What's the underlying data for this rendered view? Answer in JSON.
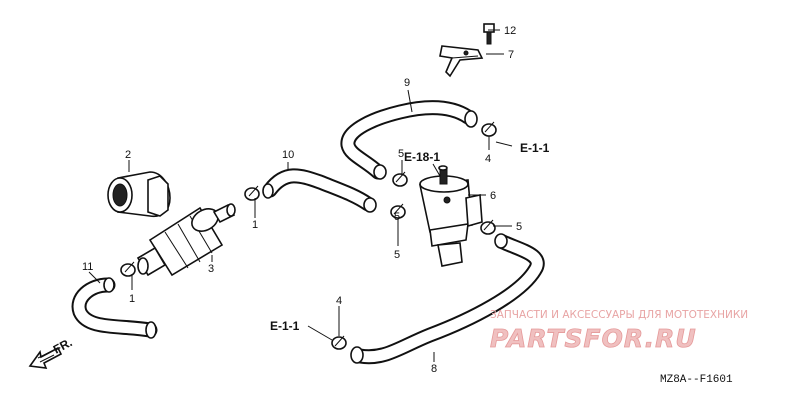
{
  "part_numbers": {
    "p1a": "1",
    "p1b": "1",
    "p2": "2",
    "p3": "3",
    "p4a": "4",
    "p4b": "4",
    "p5a": "5",
    "p5b": "5",
    "p5c": "5",
    "p5d": "5",
    "p6": "6",
    "p7": "7",
    "p8": "8",
    "p9": "9",
    "p10": "10",
    "p11": "11",
    "p12": "12"
  },
  "references": {
    "e11_right": "E-1-1",
    "e11_left": "E-1-1",
    "e181": "E-18-1"
  },
  "front_label": "FR.",
  "diagram_code": "MZ8A--F1601",
  "watermark": {
    "caption": "ЗАПЧАСТИ И АКСЕССУАРЫ ДЛЯ МОТОТЕХНИКИ",
    "brand": "PARTSFOR.RU"
  }
}
